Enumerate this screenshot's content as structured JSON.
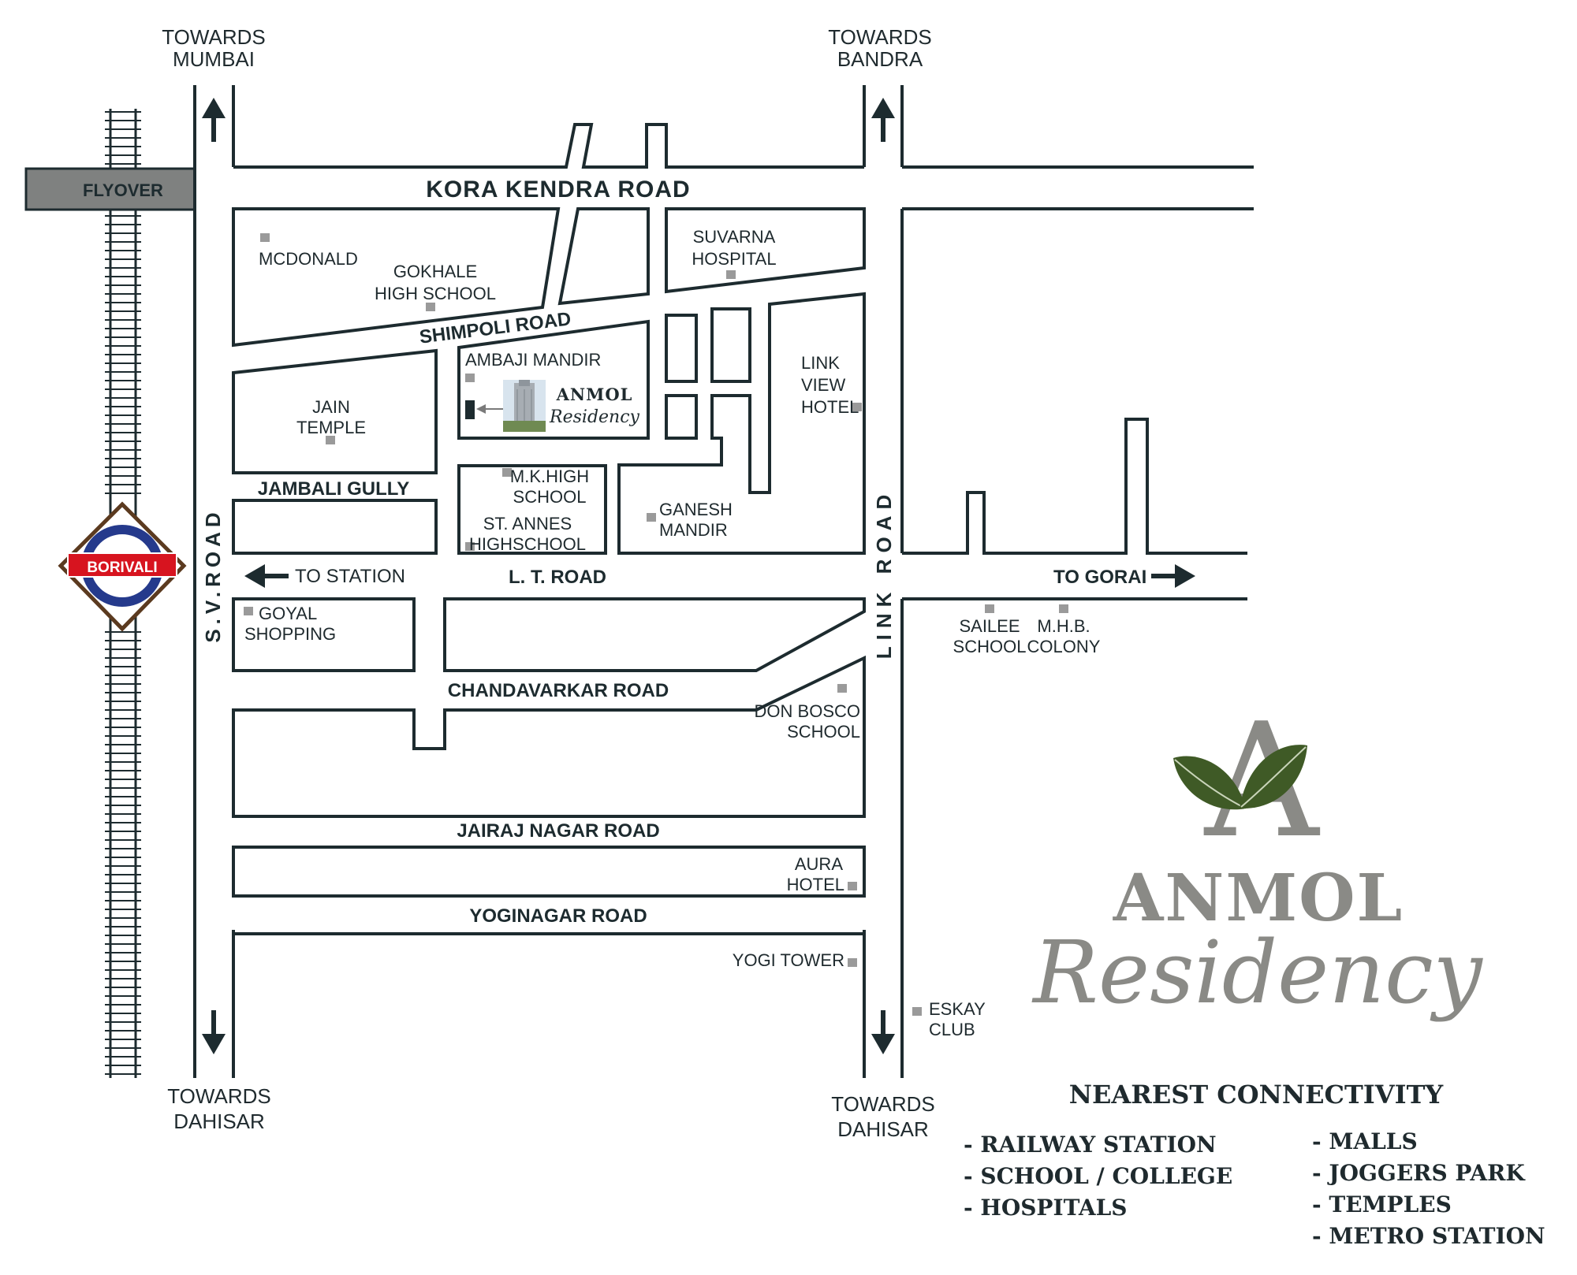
{
  "roads": {
    "kora_kendra": "KORA KENDRA ROAD",
    "shimpoli": "SHIMPOLI ROAD",
    "jambali": "JAMBALI GULLY",
    "lt": "L. T. ROAD",
    "chandavarkar": "CHANDAVARKAR ROAD",
    "jairaj": "JAIRAJ NAGAR ROAD",
    "yoginagar": "YOGINAGAR ROAD",
    "sv": "S.V.ROAD",
    "link": "LINK ROAD",
    "flyover": "FLYOVER"
  },
  "directions": {
    "towards_mumbai": [
      "TOWARDS",
      "MUMBAI"
    ],
    "towards_bandra": [
      "TOWARDS",
      "BANDRA"
    ],
    "towards_dahisar_left": [
      "TOWARDS",
      "DAHISAR"
    ],
    "towards_dahisar_right": [
      "TOWARDS",
      "DAHISAR"
    ],
    "to_station": "TO STATION",
    "to_gorai": "TO GORAI"
  },
  "station": "BORIVALI",
  "places": {
    "mcdonald": [
      "MCDONALD"
    ],
    "gokhale": [
      "GOKHALE",
      "HIGH SCHOOL"
    ],
    "suvarna": [
      "SUVARNA",
      "HOSPITAL"
    ],
    "ambaji": [
      "AMBAJI MANDIR"
    ],
    "jain": [
      "JAIN",
      "TEMPLE"
    ],
    "link_view": [
      "LINK",
      "VIEW",
      "HOTEL"
    ],
    "mk_high": [
      "M.K.HIGH",
      "SCHOOL"
    ],
    "st_annes": [
      "ST. ANNES",
      "HIGHSCHOOL"
    ],
    "ganesh": [
      "GANESH",
      "MANDIR"
    ],
    "goyal": [
      "GOYAL",
      "SHOPPING"
    ],
    "sailee": [
      "SAILEE",
      "SCHOOL"
    ],
    "mhb": [
      "M.H.B.",
      "COLONY"
    ],
    "don_bosco": [
      "DON BOSCO",
      "SCHOOL"
    ],
    "aura": [
      "AURA",
      "HOTEL"
    ],
    "yogi": [
      "YOGI TOWER"
    ],
    "eskay": [
      "ESKAY",
      "CLUB"
    ]
  },
  "project_tag": {
    "name": "ANMOL",
    "script": "Residency"
  },
  "brand": {
    "monogram": "A",
    "name": "ANMOL",
    "script": "Residency"
  },
  "connectivity": {
    "title": "NEAREST CONNECTIVITY",
    "left": [
      "- RAILWAY STATION",
      "- SCHOOL / COLLEGE",
      "- HOSPITALS"
    ],
    "right": [
      "- MALLS",
      "- JOGGERS PARK",
      "- TEMPLES",
      "- METRO STATION"
    ]
  },
  "colors": {
    "road_outline": "#1d2b2f",
    "flyover": "#7f8180",
    "marker": "#9a9a9a",
    "leaf": "#3f5a26",
    "brand_gray": "#8a8a86",
    "station_red": "#d7141f",
    "station_blue": "#253a8c"
  }
}
